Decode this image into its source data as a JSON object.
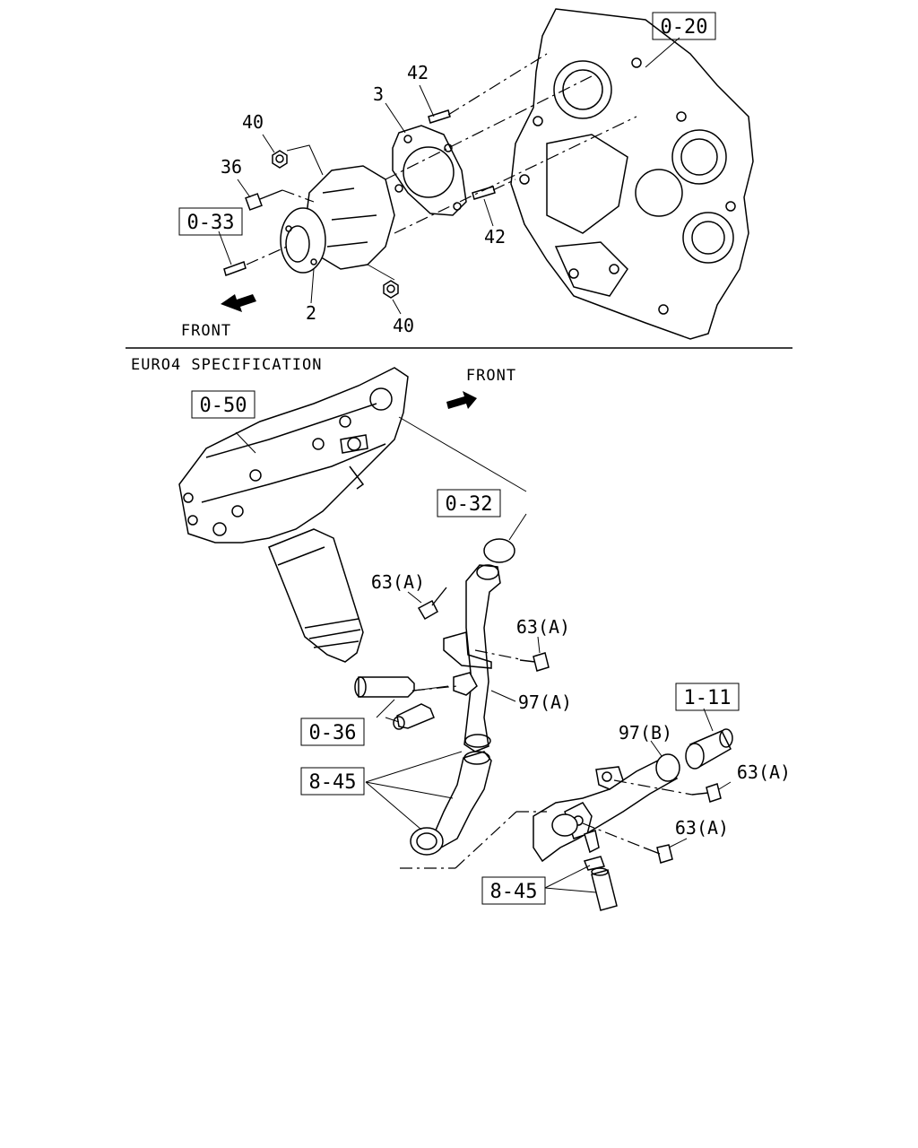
{
  "top_section": {
    "ref_boxes": [
      "0-20",
      "0-33"
    ],
    "part_numbers": {
      "water_pump": "2",
      "gasket": "3",
      "bolt": "36",
      "nut_upper": "40",
      "nut_lower": "40",
      "stud_upper": "42",
      "stud_lower": "42"
    },
    "front_label": "FRONT"
  },
  "bottom_section": {
    "title": "EURO4 SPECIFICATION",
    "front_label": "FRONT",
    "ref_boxes": [
      "0-50",
      "0-32",
      "0-36",
      "8-45",
      "1-11",
      "8-45"
    ],
    "part_numbers": {
      "bolt_a_1": "63(A)",
      "bolt_a_2": "63(A)",
      "bolt_a_3": "63(A)",
      "bolt_a_4": "63(A)",
      "pipe_a": "97(A)",
      "pipe_b": "97(B)"
    }
  }
}
